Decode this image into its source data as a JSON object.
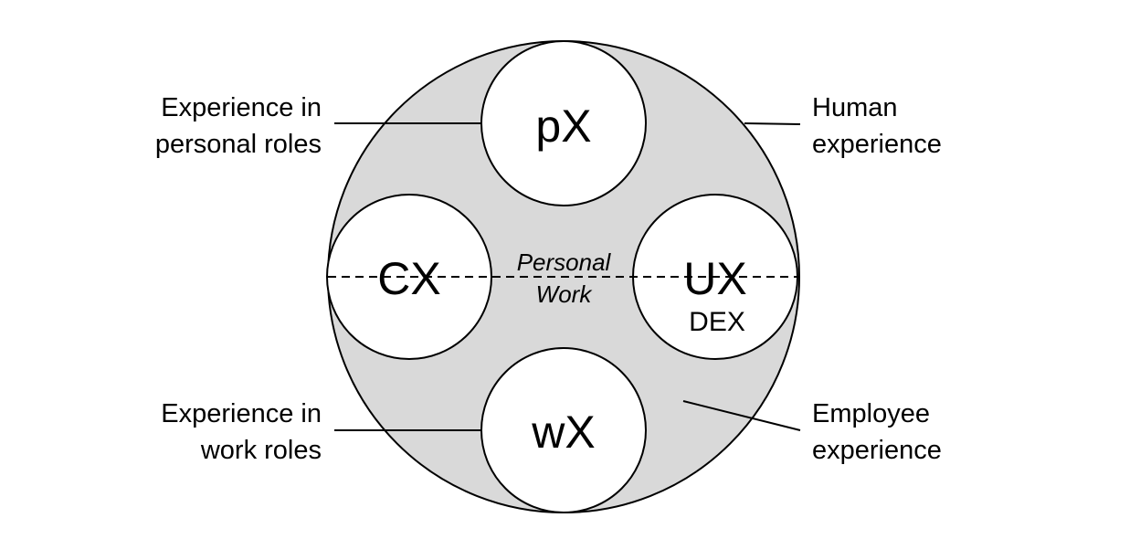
{
  "diagram": {
    "outer_circle": {
      "label": "Human experience / Employee experience container",
      "fill": "#d9d9d9"
    },
    "inner_circles": [
      {
        "id": "px",
        "label": "pX",
        "sublabel": ""
      },
      {
        "id": "cx",
        "label": "CX",
        "sublabel": ""
      },
      {
        "id": "ux",
        "label": "UX",
        "sublabel": "DEX"
      },
      {
        "id": "wx",
        "label": "wX",
        "sublabel": ""
      }
    ],
    "divider": {
      "top_label": "Personal",
      "bottom_label": "Work"
    },
    "callouts": {
      "personal_roles": {
        "line1": "Experience in",
        "line2": "personal roles"
      },
      "work_roles": {
        "line1": "Experience in",
        "line2": "work roles"
      },
      "human": {
        "line1": "Human",
        "line2": "experience"
      },
      "employee": {
        "line1": "Employee",
        "line2": "experience"
      }
    },
    "colors": {
      "outer_fill": "#d9d9d9",
      "inner_fill": "#ffffff",
      "stroke": "#000000"
    }
  }
}
